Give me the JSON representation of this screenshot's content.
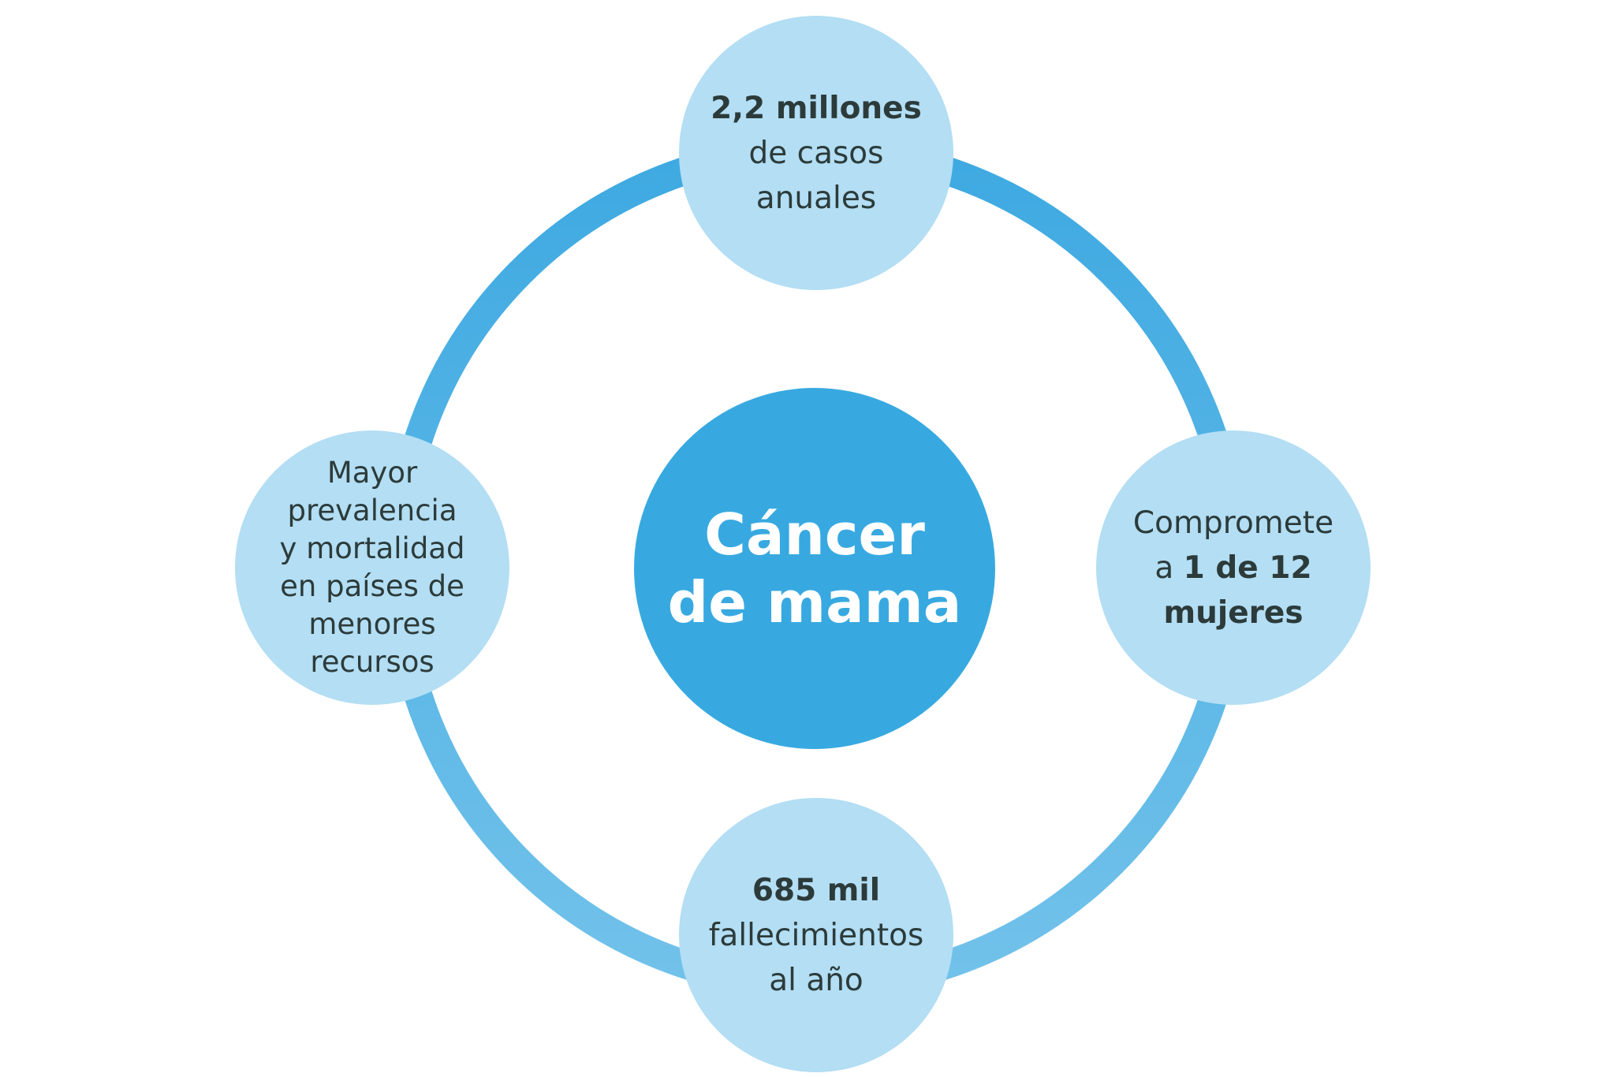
{
  "colors": {
    "ring_top": "#3ea9e1",
    "ring_bottom": "#72c2ea",
    "center_fill": "#38a9e0",
    "satellite_fill": "#b3def4",
    "text_dark": "#2c3b3a",
    "text_light": "#ffffff"
  },
  "center": {
    "line1": "Cáncer",
    "line2": "de mama"
  },
  "top": {
    "bold": "2,2 millones",
    "line2": "de casos",
    "line3": "anuales"
  },
  "right": {
    "line1": "Compromete",
    "prefix": "a ",
    "bold1": "1 de 12",
    "bold2": "mujeres"
  },
  "bottom": {
    "bold": "685 mil",
    "line2": "fallecimientos",
    "line3": "al año"
  },
  "left": {
    "line1": "Mayor",
    "line2": "prevalencia",
    "line3": "y mortalidad",
    "line4": "en países de",
    "line5": "menores",
    "line6": "recursos"
  }
}
